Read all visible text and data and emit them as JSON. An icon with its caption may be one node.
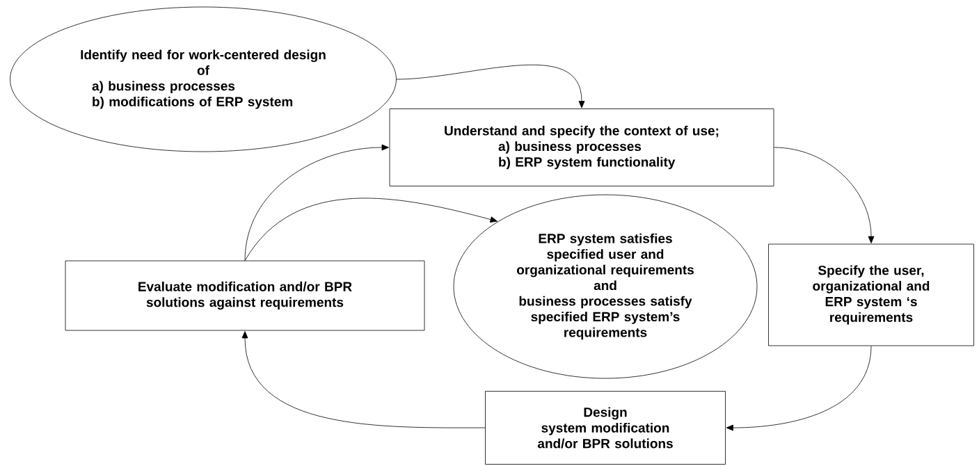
{
  "diagram": {
    "nodes": [
      {
        "text": [
          "Identify need for work-centered design of",
          "a) business processes",
          "b) modifications of ERP system"
        ]
      },
      {
        "text": [
          "Understand and specify the context of use;",
          "a) business processes",
          "b) ERP system functionality"
        ]
      },
      {
        "text": [
          "Evaluate modification and/or BPR solutions against requirements"
        ]
      },
      {
        "text": [
          "ERP system satisfies specified user and organizational requirements",
          "and",
          "business processes satisfy specified ERP system’s requirements"
        ]
      },
      {
        "text": [
          "Specify the user, organizational and ERP system ‘s requirements"
        ]
      },
      {
        "text": [
          "Design",
          "system modification and/or BPR solutions"
        ]
      }
    ],
    "edges": [
      {
        "from": 0,
        "to": 1,
        "arrow": "to"
      },
      {
        "from": 1,
        "to": 4,
        "arrow": "to"
      },
      {
        "from": 4,
        "to": 5,
        "arrow": "to"
      },
      {
        "from": 5,
        "to": 2,
        "arrow": "to"
      },
      {
        "from": 2,
        "to": 1,
        "arrow": "to"
      },
      {
        "from": 2,
        "to": 3,
        "arrow": "to"
      }
    ]
  }
}
